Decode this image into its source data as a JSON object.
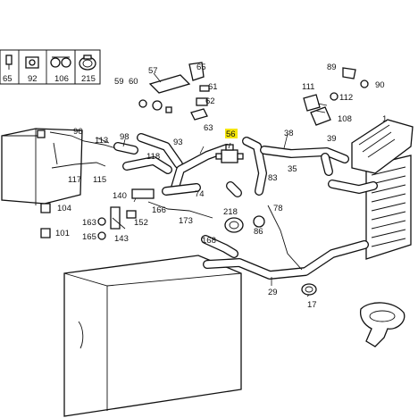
{
  "diagram": {
    "highlight_color": "#f5e60a",
    "highlighted_part": "56",
    "thumbnails": [
      {
        "label": "65",
        "icon": "sensor-icon"
      },
      {
        "label": "92",
        "icon": "clip-icon"
      },
      {
        "label": "106",
        "icon": "double-clip-icon"
      },
      {
        "label": "215",
        "icon": "hose-clamp-icon"
      }
    ],
    "callouts": [
      "57",
      "59",
      "60",
      "61",
      "62",
      "63",
      "65",
      "56",
      "89",
      "90",
      "111",
      "112",
      "108",
      "1",
      "39",
      "38",
      "35",
      "96",
      "113",
      "98",
      "93",
      "118",
      "117",
      "115",
      "140",
      "152",
      "166",
      "74",
      "83",
      "78",
      "104",
      "163",
      "165",
      "101",
      "143",
      "173",
      "168",
      "218",
      "86",
      "29",
      "17"
    ]
  }
}
